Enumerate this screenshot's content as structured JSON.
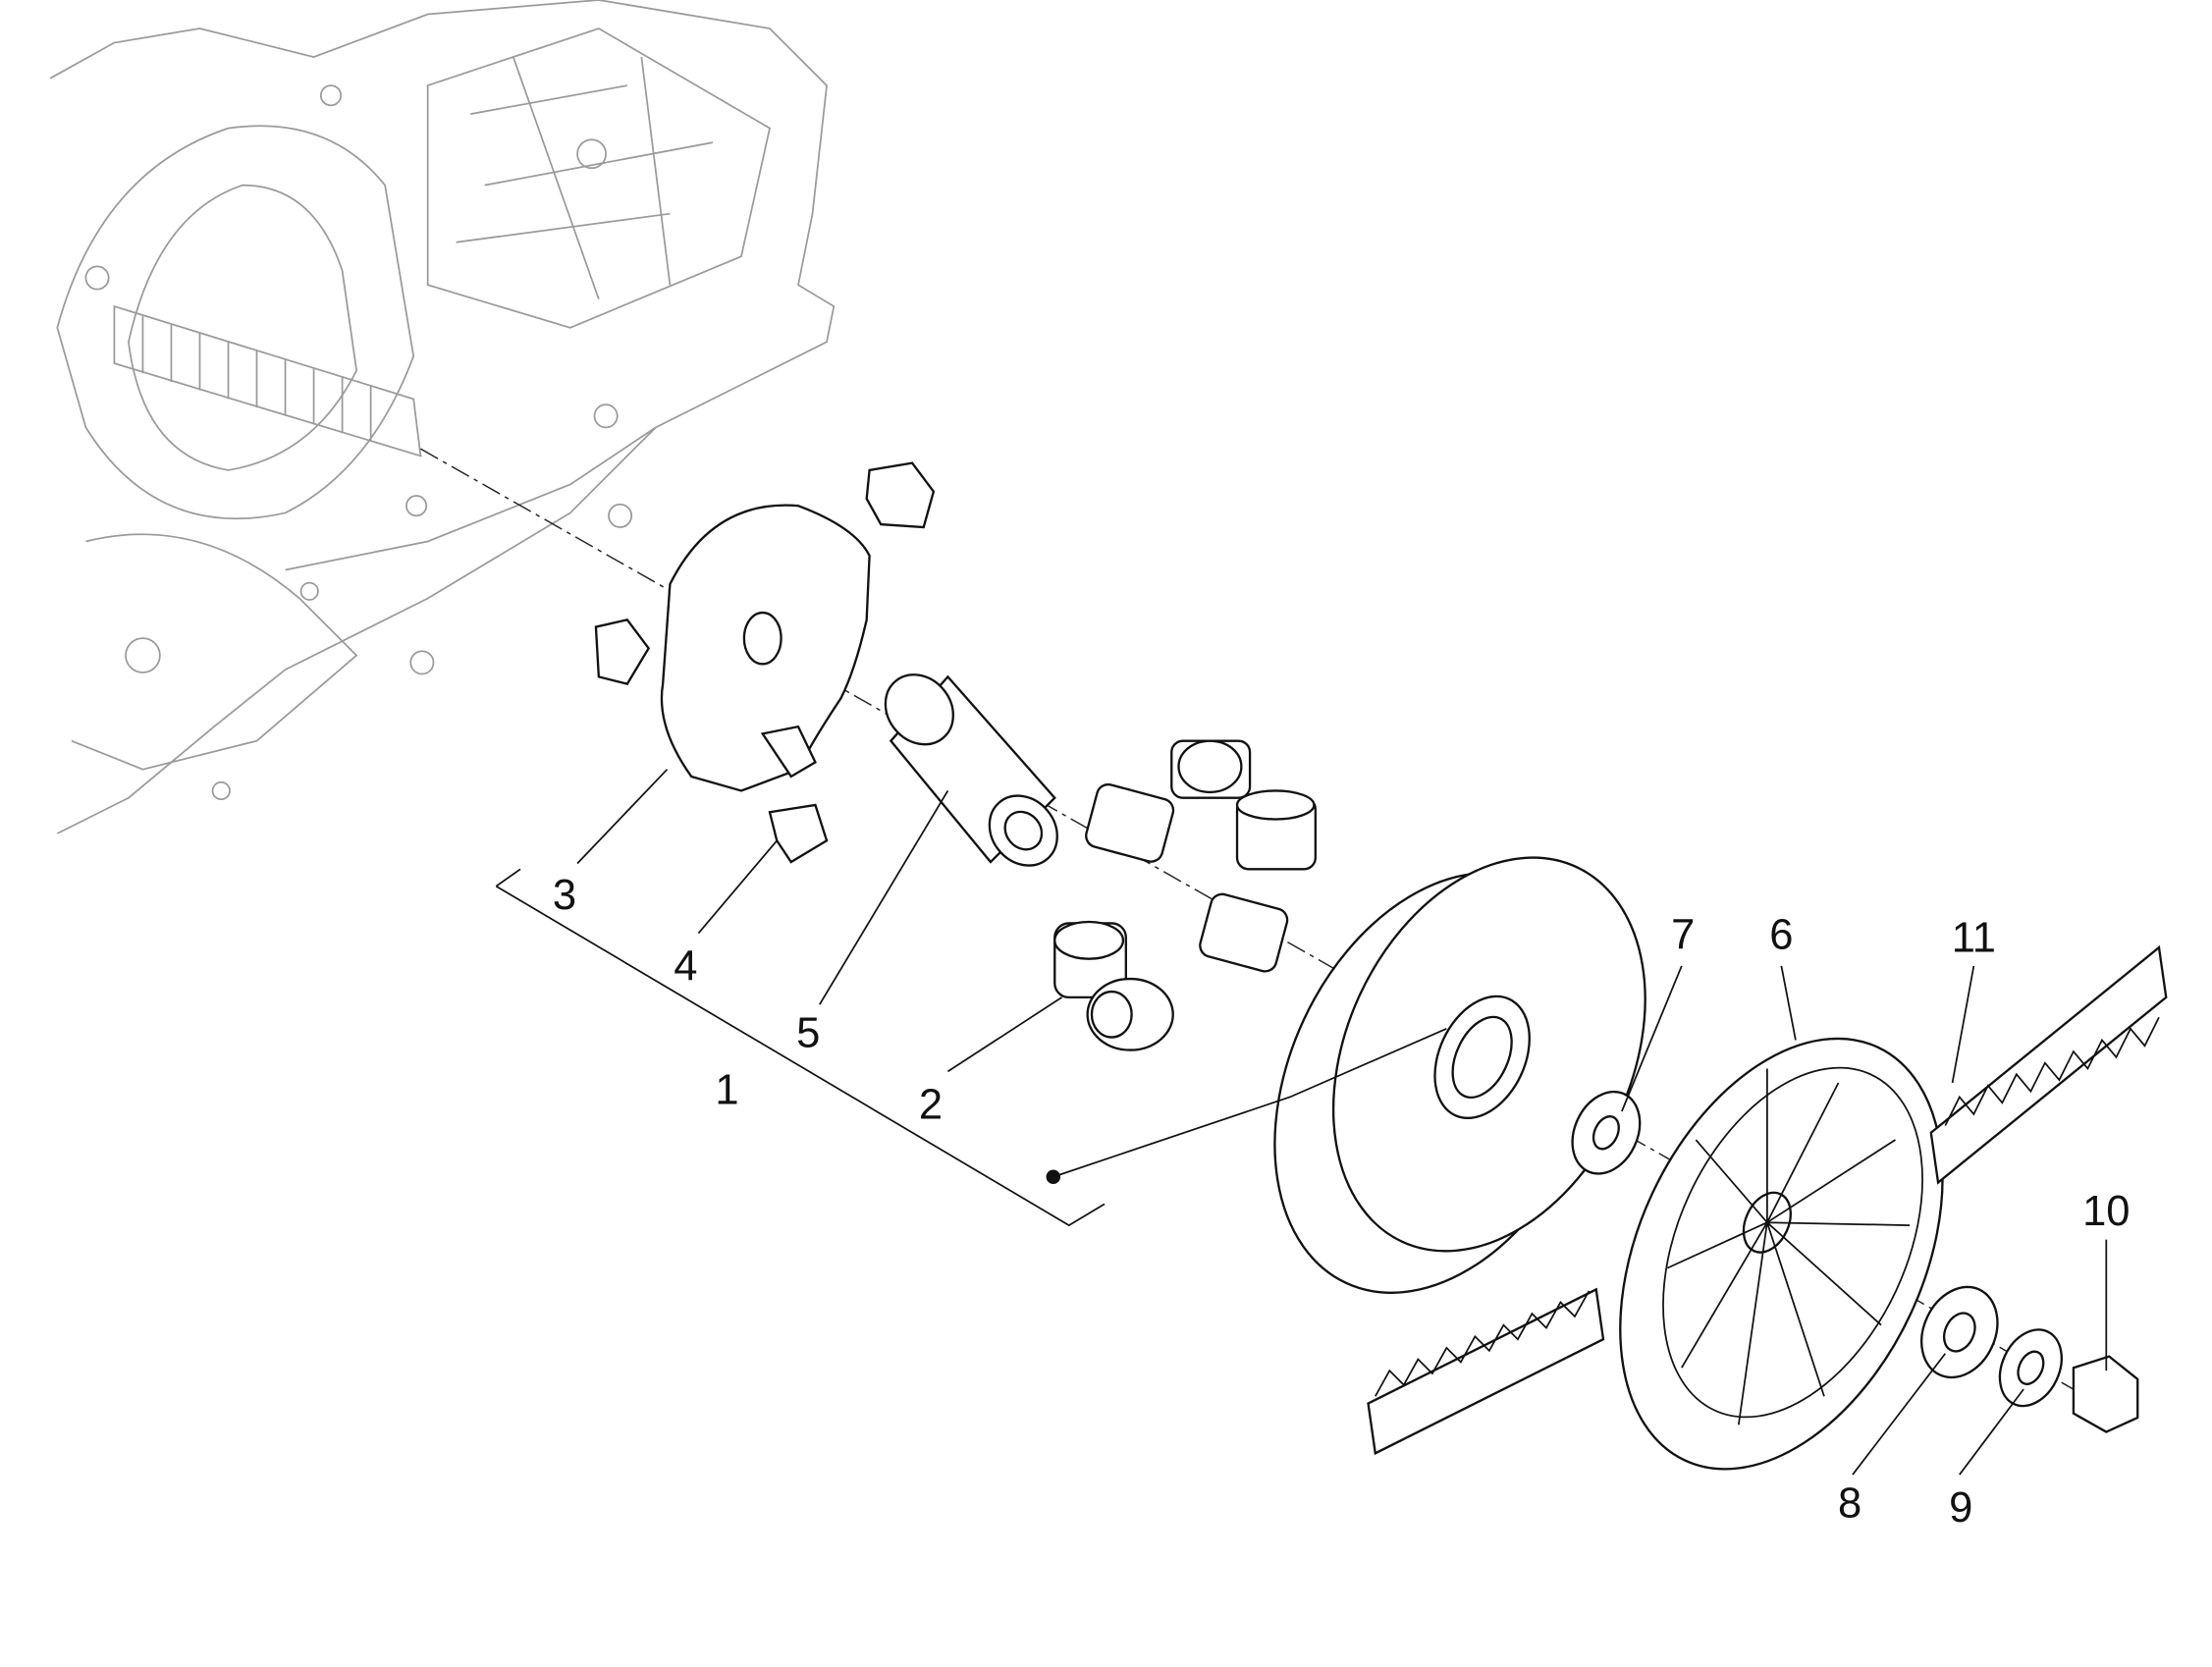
{
  "diagram": {
    "type": "exploded-parts-view",
    "callouts": [
      {
        "number": "1",
        "part": "drive-pulley-assembly"
      },
      {
        "number": "2",
        "part": "roller"
      },
      {
        "number": "3",
        "part": "ramp-plate"
      },
      {
        "number": "4",
        "part": "slider"
      },
      {
        "number": "5",
        "part": "bushing"
      },
      {
        "number": "6",
        "part": "fan-pulley"
      },
      {
        "number": "7",
        "part": "washer"
      },
      {
        "number": "8",
        "part": "washer"
      },
      {
        "number": "9",
        "part": "washer"
      },
      {
        "number": "10",
        "part": "nut"
      },
      {
        "number": "11",
        "part": "belt"
      }
    ]
  }
}
